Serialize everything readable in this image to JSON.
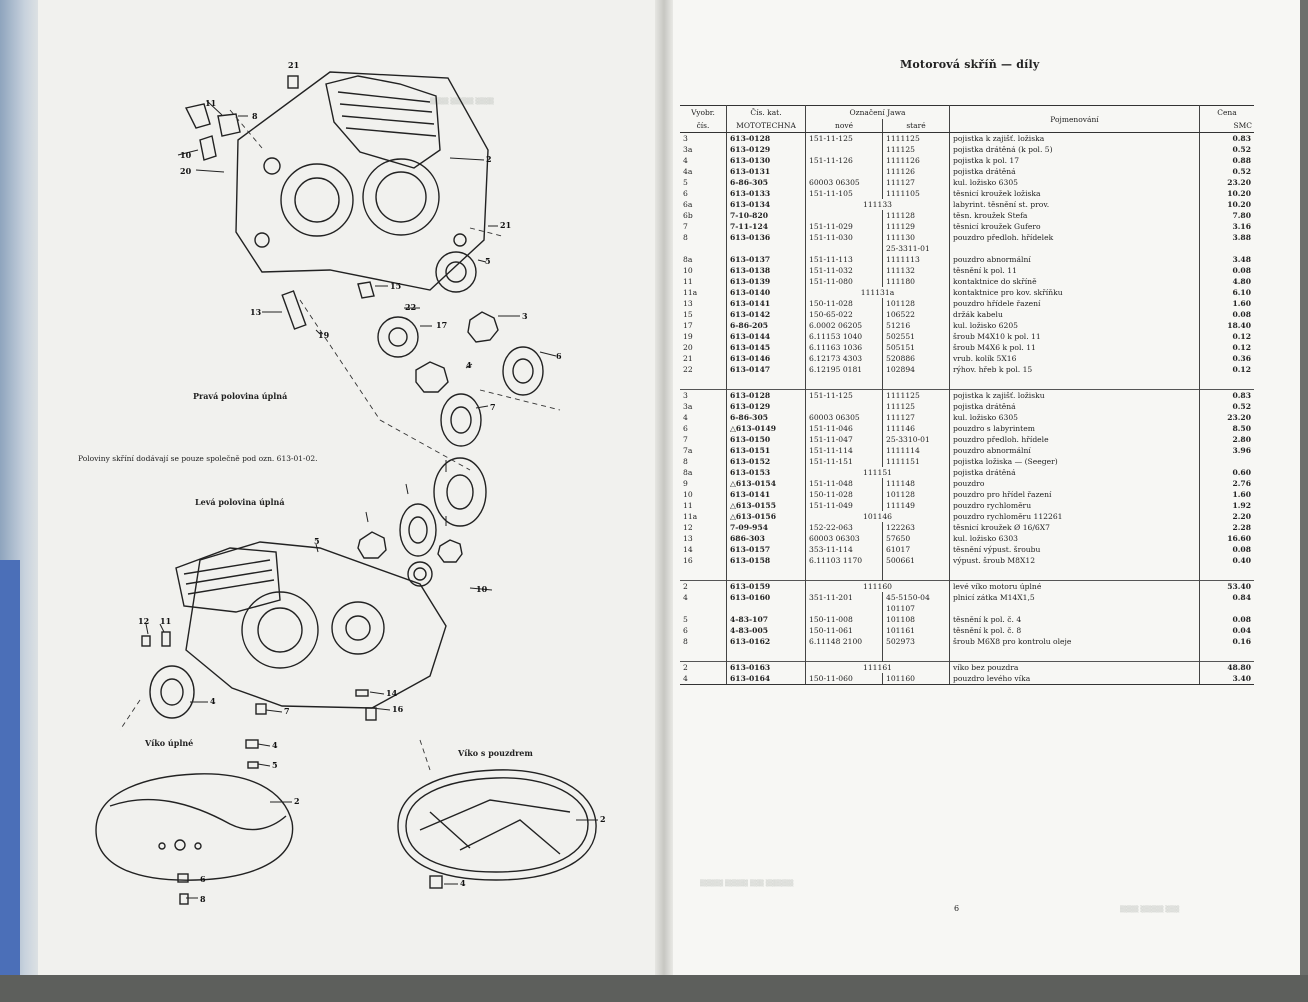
{
  "left_page": {
    "callouts": [
      "21",
      "11",
      "8",
      "10",
      "20",
      "2",
      "21",
      "5",
      "15",
      "22",
      "17",
      "3",
      "13",
      "19",
      "6",
      "4",
      "7",
      "12",
      "11",
      "5",
      "10",
      "4",
      "7",
      "14",
      "16",
      "4",
      "5",
      "2",
      "6",
      "8",
      "2",
      "4"
    ],
    "caption_right": "Pravá polovina úplná",
    "note": "Poloviny skříní dodávají se pouze společně pod ozn. 613-01-02.",
    "caption_left": "Levá polovina úplná",
    "caption_cover": "Víko úplné",
    "caption_cover_bushing": "Víko s pouzdrem"
  },
  "right_page": {
    "title": "Motorová skříň — díly",
    "page_number": "6",
    "headers": {
      "vyobr_1": "Vyobr.",
      "vyobr_2": "čís.",
      "cis_kat_1": "Čís. kat.",
      "cis_kat_2": "MOTOTECHNA",
      "oznaceni": "Označení Jawa",
      "nove": "nové",
      "stare": "staré",
      "pojmenovani": "Pojmenování",
      "cena": "Cena",
      "smc": "SMC"
    },
    "groups": [
      [
        {
          "pos": "3",
          "cat": "613-0128",
          "new": "151-11-125",
          "old": "1111125",
          "name": "pojistka k zajišť. ložiska",
          "price": "0.83"
        },
        {
          "pos": "3a",
          "cat": "613-0129",
          "new": "",
          "old": "111125",
          "name": "pojistka drátěná (k pol. 5)",
          "price": "0.52"
        },
        {
          "pos": "4",
          "cat": "613-0130",
          "new": "151-11-126",
          "old": "1111126",
          "name": "pojistka k pol. 17",
          "price": "0.88"
        },
        {
          "pos": "4a",
          "cat": "613-0131",
          "new": "",
          "old": "111126",
          "name": "pojistka drátěná",
          "price": "0.52"
        },
        {
          "pos": "5",
          "cat": "6-86-305",
          "new": "60003 06305",
          "old": "111127",
          "name": "kul. ložisko 6305",
          "price": "23.20"
        },
        {
          "pos": "6",
          "cat": "613-0133",
          "new": "151-11-105",
          "old": "1111105",
          "name": "těsnicí kroužek ložiska",
          "price": "10.20"
        },
        {
          "pos": "6a",
          "cat": "613-0134",
          "span": "111133",
          "name": "labyrint. těsnění st. prov.",
          "price": "10.20"
        },
        {
          "pos": "6b",
          "cat": "7-10-820",
          "new": "",
          "old": "111128",
          "name": "těsn. kroužek Stefa",
          "price": "7.80"
        },
        {
          "pos": "7",
          "cat": "7-11-124",
          "new": "151-11-029",
          "old": "111129",
          "name": "těsnicí kroužek Gufero",
          "price": "3.16"
        },
        {
          "pos": "8",
          "cat": "613-0136",
          "new": "151-11-030",
          "old": "111130",
          "name": "pouzdro předloh. hřídelek",
          "price": "3.88"
        },
        {
          "pos": "",
          "cat": "",
          "new": "",
          "old": "25-3311-01",
          "name": "",
          "price": ""
        },
        {
          "pos": "8a",
          "cat": "613-0137",
          "new": "151-11-113",
          "old": "1111113",
          "name": "pouzdro abnormální",
          "price": "3.48"
        },
        {
          "pos": "10",
          "cat": "613-0138",
          "new": "151-11-032",
          "old": "111132",
          "name": "těsnění k pol. 11",
          "price": "0.08"
        },
        {
          "pos": "11",
          "cat": "613-0139",
          "new": "151-11-080",
          "old": "111180",
          "name": "kontaktnice do skříně",
          "price": "4.80"
        },
        {
          "pos": "11a",
          "cat": "613-0140",
          "span": "111131a",
          "name": "kontaktnice pro kov. skříňku",
          "price": "6.10"
        },
        {
          "pos": "13",
          "cat": "613-0141",
          "new": "150-11-028",
          "old": "101128",
          "name": "pouzdro hřídele řazení",
          "price": "1.60"
        },
        {
          "pos": "15",
          "cat": "613-0142",
          "new": "150-65-022",
          "old": "106522",
          "name": "držák kabelu",
          "price": "0.08"
        },
        {
          "pos": "17",
          "cat": "6-86-205",
          "new": "6.0002 06205",
          "old": "51216",
          "name": "kul. ložisko 6205",
          "price": "18.40"
        },
        {
          "pos": "19",
          "cat": "613-0144",
          "new": "6.11153 1040",
          "old": "502551",
          "name": "šroub M4X10 k pol. 11",
          "price": "0.12"
        },
        {
          "pos": "20",
          "cat": "613-0145",
          "new": "6.11163 1036",
          "old": "505151",
          "name": "šroub M4X6 k pol. 11",
          "price": "0.12"
        },
        {
          "pos": "21",
          "cat": "613-0146",
          "new": "6.12173 4303",
          "old": "520886",
          "name": "vrub. kolík 5X16",
          "price": "0.36"
        },
        {
          "pos": "22",
          "cat": "613-0147",
          "new": "6.12195 0181",
          "old": "102894",
          "name": "rýhov. hřeb k pol. 15",
          "price": "0.12"
        }
      ],
      [
        {
          "pos": "3",
          "cat": "613-0128",
          "new": "151-11-125",
          "old": "1111125",
          "name": "pojistka k zajišť. ložisku",
          "price": "0.83"
        },
        {
          "pos": "3a",
          "cat": "613-0129",
          "new": "",
          "old": "111125",
          "name": "pojistka drátěná",
          "price": "0.52"
        },
        {
          "pos": "4",
          "cat": "6-86-305",
          "new": "60003 06305",
          "old": "111127",
          "name": "kul. ložisko 6305",
          "price": "23.20"
        },
        {
          "pos": "6",
          "cat": "△613-0149",
          "new": "151-11-046",
          "old": "111146",
          "name": "pouzdro s labyrintem",
          "price": "8.50"
        },
        {
          "pos": "7",
          "cat": "613-0150",
          "new": "151-11-047",
          "old": "25-3310-01",
          "name": "pouzdro předloh. hřídele",
          "price": "2.80"
        },
        {
          "pos": "7a",
          "cat": "613-0151",
          "new": "151-11-114",
          "old": "1111114",
          "name": "pouzdro abnormální",
          "price": "3.96"
        },
        {
          "pos": "8",
          "cat": "613-0152",
          "new": "151-11-151",
          "old": "1111151",
          "name": "pojistka ložiska — (Seeger)",
          "price": ""
        },
        {
          "pos": "8a",
          "cat": "613-0153",
          "span": "111151",
          "name": "pojistka drátěná",
          "price": "0.60"
        },
        {
          "pos": "9",
          "cat": "△613-0154",
          "new": "151-11-048",
          "old": "111148",
          "name": "pouzdro",
          "price": "2.76"
        },
        {
          "pos": "10",
          "cat": "613-0141",
          "new": "150-11-028",
          "old": "101128",
          "name": "pouzdro pro hřídel řazení",
          "price": "1.60"
        },
        {
          "pos": "11",
          "cat": "△613-0155",
          "new": "151-11-049",
          "old": "111149",
          "name": "pouzdro rychloměru",
          "price": "1.92"
        },
        {
          "pos": "11a",
          "cat": "△613-0156",
          "span": "101146",
          "name": "pouzdro rychloměru 112261",
          "price": "2.20"
        },
        {
          "pos": "12",
          "cat": "7-09-954",
          "new": "152-22-063",
          "old": "122263",
          "name": "těsnicí kroužek Ø 16/6X7",
          "price": "2.28"
        },
        {
          "pos": "13",
          "cat": "686-303",
          "new": "60003 06303",
          "old": "57650",
          "name": "kul. ložisko 6303",
          "price": "16.60"
        },
        {
          "pos": "14",
          "cat": "613-0157",
          "new": "353-11-114",
          "old": "61017",
          "name": "těsnění výpust. šroubu",
          "price": "0.08"
        },
        {
          "pos": "16",
          "cat": "613-0158",
          "new": "6.11103 1170",
          "old": "500661",
          "name": "výpust. šroub M8X12",
          "price": "0.40"
        }
      ],
      [
        {
          "pos": "2",
          "cat": "613-0159",
          "span": "111160",
          "name": "levé víko motoru úplné",
          "price": "53.40"
        },
        {
          "pos": "4",
          "cat": "613-0160",
          "new": "351-11-201",
          "old": "45-5150-04",
          "name": "plnicí zátka M14X1,5",
          "price": "0.84"
        },
        {
          "pos": "",
          "cat": "",
          "new": "",
          "old": "101107",
          "name": "",
          "price": ""
        },
        {
          "pos": "5",
          "cat": "4-83-107",
          "new": "150-11-008",
          "old": "101108",
          "name": "těsnění k pol. č. 4",
          "price": "0.08"
        },
        {
          "pos": "6",
          "cat": "4-83-005",
          "new": "150-11-061",
          "old": "101161",
          "name": "těsnění k pol. č. 8",
          "price": "0.04"
        },
        {
          "pos": "8",
          "cat": "613-0162",
          "new": "6.11148 2100",
          "old": "502973",
          "name": "šroub M6X8 pro kontrolu oleje",
          "price": "0.16"
        }
      ],
      [
        {
          "pos": "2",
          "cat": "613-0163",
          "span": "111161",
          "name": "víko bez pouzdra",
          "price": "48.80"
        },
        {
          "pos": "4",
          "cat": "613-0164",
          "new": "150-11-060",
          "old": "101160",
          "name": "pouzdro levého víka",
          "price": "3.40"
        }
      ]
    ]
  }
}
